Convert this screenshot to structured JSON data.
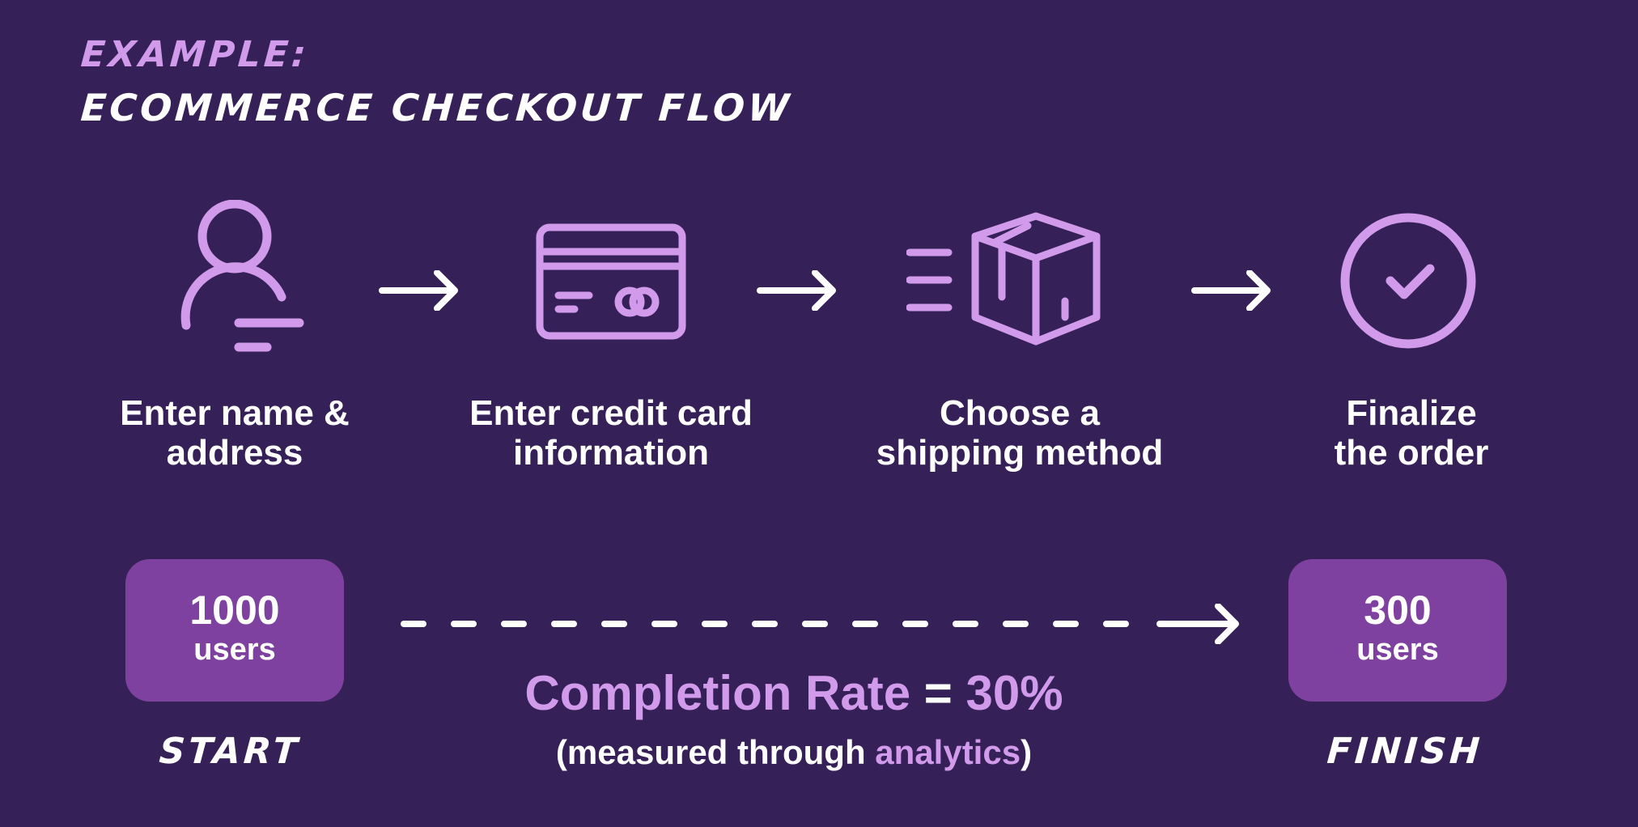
{
  "header": {
    "eyebrow": "EXAMPLE:",
    "title": "ECOMMERCE CHECKOUT FLOW"
  },
  "steps": [
    {
      "label_line1": "Enter name &",
      "label_line2": "address",
      "icon": "user-icon"
    },
    {
      "label_line1": "Enter credit card",
      "label_line2": "information",
      "icon": "credit-card-icon"
    },
    {
      "label_line1": "Choose a",
      "label_line2": "shipping method",
      "icon": "package-icon"
    },
    {
      "label_line1": "Finalize",
      "label_line2": "the order",
      "icon": "check-circle-icon"
    }
  ],
  "start": {
    "count": "1000",
    "unit": "users",
    "caption": "START"
  },
  "finish": {
    "count": "300",
    "unit": "users",
    "caption": "FINISH"
  },
  "metric": {
    "label": "Completion Rate",
    "equals": "=",
    "value": "30%"
  },
  "note": {
    "prefix": "(measured through ",
    "highlight": "analytics",
    "suffix": ")"
  },
  "colors": {
    "background": "#352158",
    "accent": "#d19aeb",
    "box": "#7f41a0",
    "text": "#ffffff"
  }
}
